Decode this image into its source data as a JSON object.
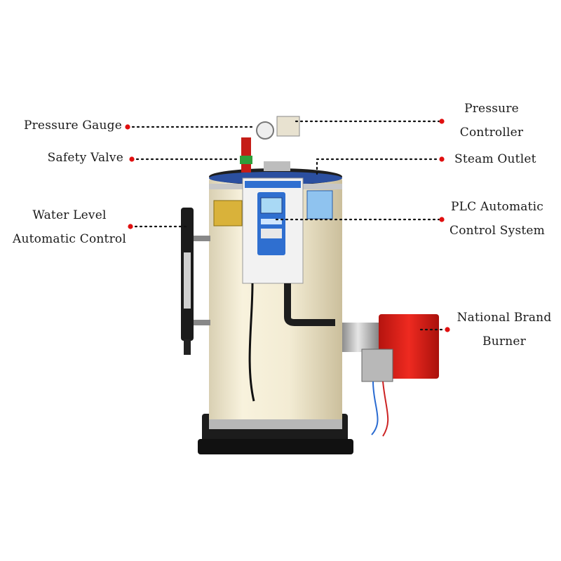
{
  "labels": {
    "pressure_gauge": {
      "lines": [
        "Pressure Gauge"
      ]
    },
    "safety_valve": {
      "lines": [
        "Safety Valve"
      ]
    },
    "water_level": {
      "lines": [
        "Water Level",
        "Automatic Control"
      ]
    },
    "pressure_controller": {
      "lines": [
        "Pressure",
        "Controller"
      ]
    },
    "steam_outlet": {
      "lines": [
        "Steam Outlet"
      ]
    },
    "plc": {
      "lines": [
        "PLC Automatic",
        "Control System"
      ]
    },
    "burner": {
      "lines": [
        "National Brand",
        "Burner"
      ]
    }
  },
  "colors": {
    "marker": "#e01010",
    "leader": "#111111",
    "shell": "#f3ecd4",
    "panel": "#2f6fd0",
    "burner": "#e0231a",
    "pipe": "#1d1d1d",
    "base": "#1c1c1c"
  }
}
